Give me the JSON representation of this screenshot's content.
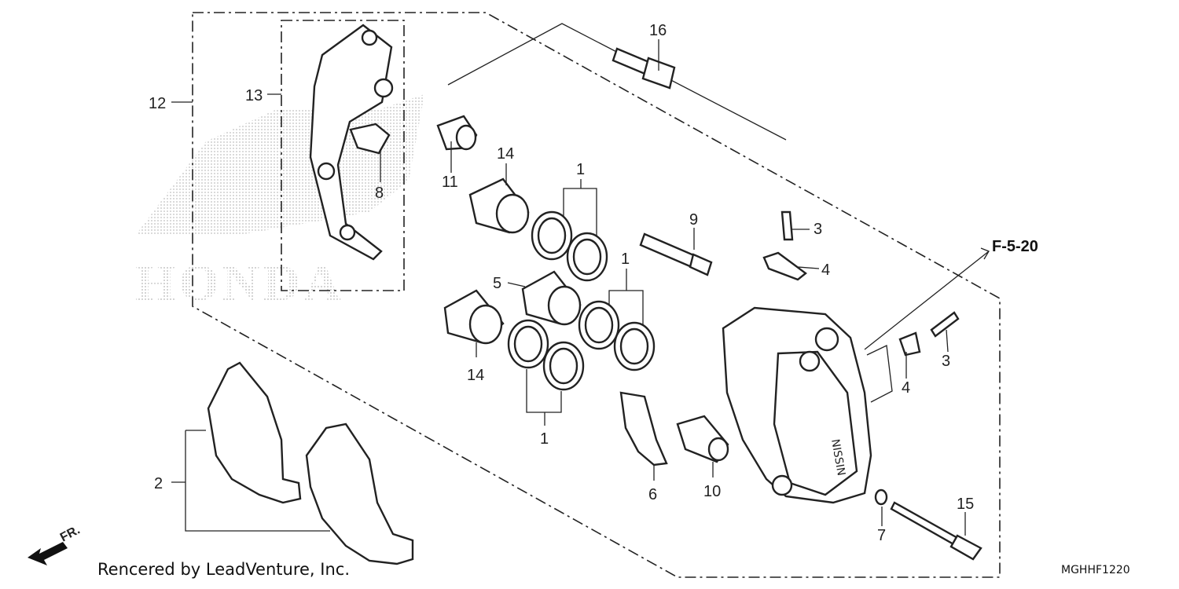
{
  "callouts": {
    "c1a": "1",
    "c1b": "1",
    "c1c": "1",
    "c2": "2",
    "c3a": "3",
    "c3b": "3",
    "c4a": "4",
    "c4b": "4",
    "c5": "5",
    "c6": "6",
    "c7": "7",
    "c8": "8",
    "c9": "9",
    "c10": "10",
    "c11": "11",
    "c12": "12",
    "c13": "13",
    "c14a": "14",
    "c14b": "14",
    "c15": "15",
    "c16": "16"
  },
  "reference": "F-5-20",
  "credit": "Rencered by LeadVenture, Inc.",
  "diagram_code": "MGHHF1220",
  "direction_label": "FR.",
  "watermark": "HONDA",
  "colors": {
    "line": "#222222",
    "watermark": "#c8c8c8"
  }
}
